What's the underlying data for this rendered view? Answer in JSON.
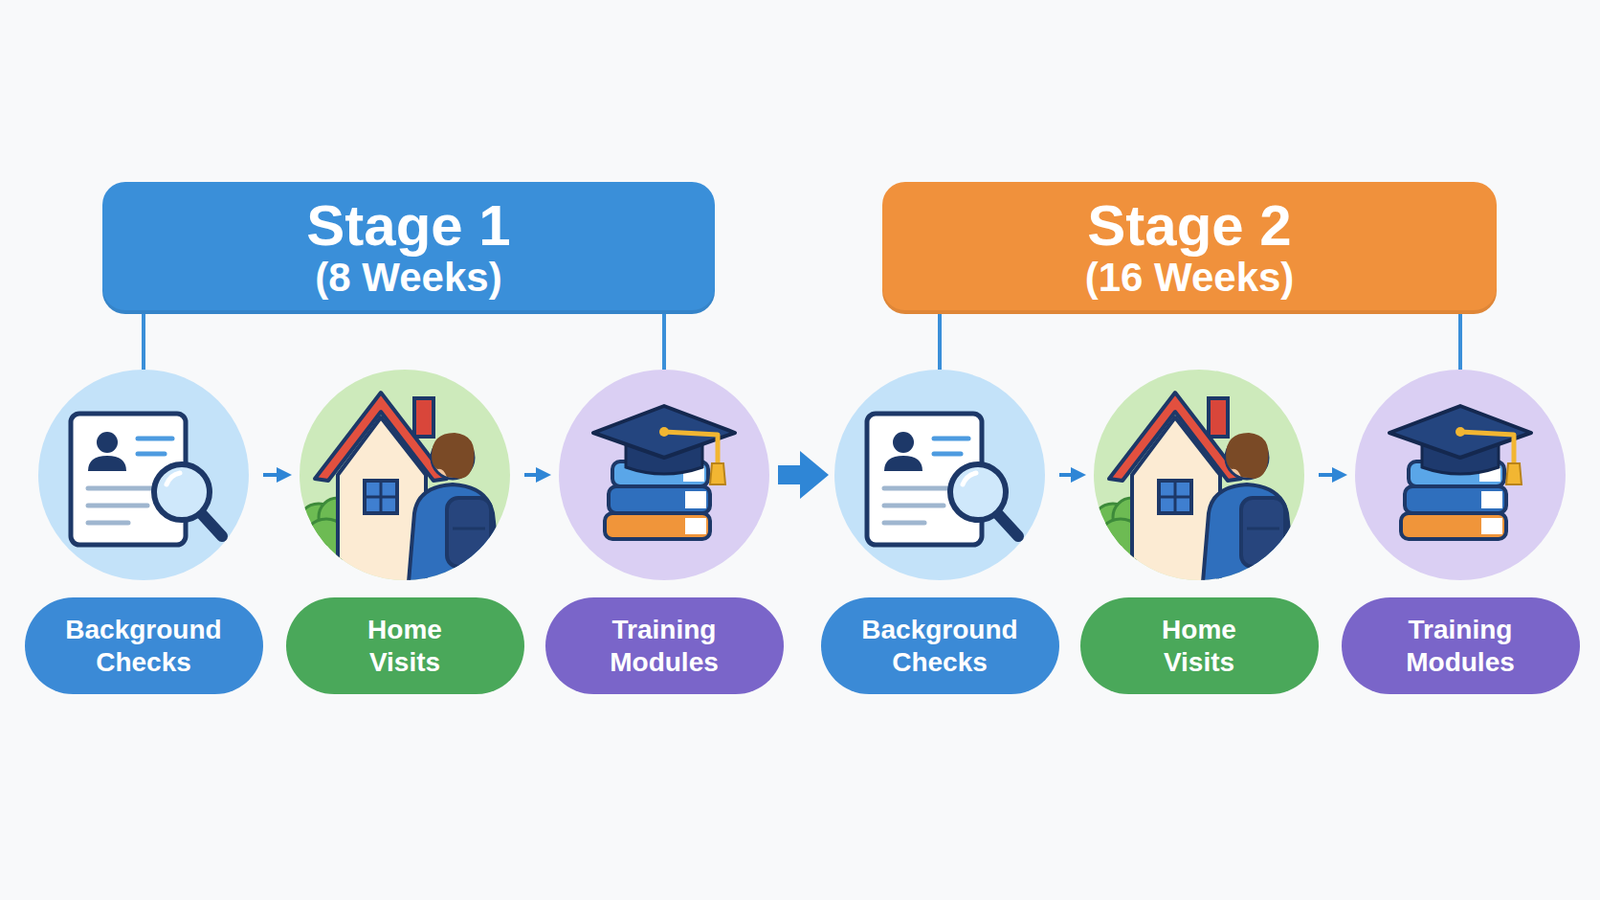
{
  "diagram": {
    "nodes": [
      {
        "text": [
          "Stage 1",
          "(8 Weeks)"
        ]
      },
      {
        "text": [
          "Background Checks"
        ]
      },
      {
        "text": [
          "Home Visits"
        ]
      },
      {
        "text": [
          "Training Modules"
        ]
      },
      {
        "text": [
          "Stage 2",
          "(16 Weeks)"
        ]
      },
      {
        "text": [
          "Background Checks"
        ]
      },
      {
        "text": [
          "Home Visits"
        ]
      },
      {
        "text": [
          "Training Modules"
        ]
      }
    ],
    "edges": [
      {
        "from": 0,
        "to": 1,
        "arrow": "none"
      },
      {
        "from": 0,
        "to": 3,
        "arrow": "none"
      },
      {
        "from": 1,
        "to": 2,
        "arrow": "to"
      },
      {
        "from": 2,
        "to": 3,
        "arrow": "to"
      },
      {
        "from": 3,
        "to": 5,
        "arrow": "to"
      },
      {
        "from": 4,
        "to": 5,
        "arrow": "none"
      },
      {
        "from": 4,
        "to": 7,
        "arrow": "none"
      },
      {
        "from": 5,
        "to": 6,
        "arrow": "to"
      },
      {
        "from": 6,
        "to": 7,
        "arrow": "to"
      }
    ]
  }
}
